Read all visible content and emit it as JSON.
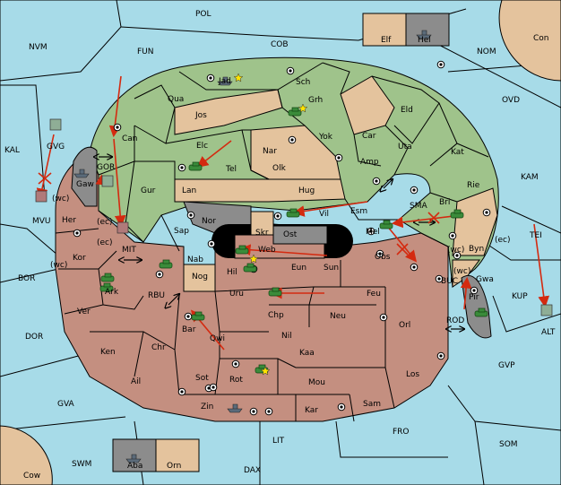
{
  "colors": {
    "sea": "#a7dbe8",
    "green": "#9fc38b",
    "tan": "#e4c39d",
    "brown": "#c48f80",
    "gray": "#8c8c8c",
    "accent": "#d42a10"
  },
  "labels": {
    "POL": "POL",
    "COB": "COB",
    "FUN": "FUN",
    "NVM": "NVM",
    "NOM": "NOM",
    "Con": "Con",
    "OVD": "OVD",
    "KAL": "KAL",
    "KAM": "KAM",
    "TEI": "TEI",
    "ALT": "ALT",
    "KUP": "KUP",
    "BUC": "BUC",
    "ROD": "ROD",
    "GVP": "GVP",
    "BOR": "BOR",
    "DOR": "DOR",
    "GVA": "GVA",
    "SWM": "SWM",
    "Cow": "Cow",
    "DAX": "DAX",
    "LIT": "LIT",
    "FRO": "FRO",
    "SOM": "SOM",
    "MIT": "MIT",
    "RBU": "RBU",
    "SMA": "SMA",
    "GVG": "GVG",
    "GOR": "GOR",
    "MVU": "MVU",
    "Elf": "Elf",
    "Hel": "Hel",
    "Aba": "Aba",
    "Orn": "Orn",
    "Jad": "Jad",
    "Sch": "Sch",
    "Qua": "Qua",
    "Grh": "Grh",
    "Jos": "Jos",
    "Eld": "Eld",
    "Can": "Can",
    "Elc": "Elc",
    "Nar": "Nar",
    "Yok": "Yok",
    "Car": "Car",
    "Uta": "Uta",
    "Kat": "Kat",
    "Tel": "Tel",
    "Olk": "Olk",
    "Amp": "Amp",
    "Gur": "Gur",
    "Lan": "Lan",
    "Hug": "Hug",
    "Rie": "Rie",
    "Gaw": "Gaw",
    "Nor": "Nor",
    "Skr": "Skr",
    "Vil": "Vil",
    "Esm": "Esm",
    "Bri": "Bri",
    "Her": "Her",
    "Sap": "Sap",
    "Ost": "Ost",
    "Mel": "Mel",
    "Byn": "Byn",
    "Kor": "Kor",
    "Web": "Web",
    "Nab": "Nab",
    "Eun": "Eun",
    "Sun": "Sun",
    "Obs": "Obs",
    "Hil": "Hil",
    "Gwa": "Gwa",
    "Ark": "Ark",
    "Nog": "Nog",
    "Pir": "Pir",
    "Uru": "Uru",
    "Feu": "Feu",
    "Ver": "Ver",
    "Chp": "Chp",
    "Neu": "Neu",
    "Bar": "Bar",
    "Orl": "Orl",
    "Qwi": "Qwi",
    "Nil": "Nil",
    "Ken": "Ken",
    "Chr": "Chr",
    "Kaa": "Kaa",
    "Ail": "Ail",
    "Rot": "Rot",
    "Sot": "Sot",
    "Mou": "Mou",
    "Los": "Los",
    "Sam": "Sam",
    "Zin": "Zin",
    "Kar": "Kar",
    "ec1": "(ec)",
    "ec2": "(ec)",
    "ec3": "(ec)",
    "wc1": "(wc)",
    "wc2": "(wc)",
    "wc3": "(wc)",
    "wc4": "(wc)"
  }
}
